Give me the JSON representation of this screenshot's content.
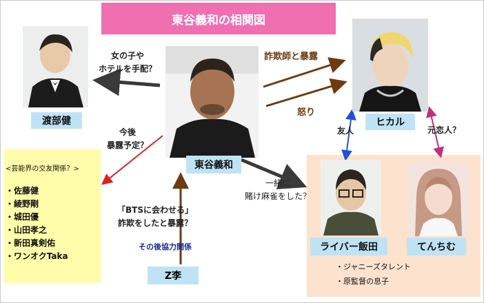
{
  "title": "東谷義和の相関図",
  "people": {
    "center": {
      "name": "東谷義和"
    },
    "watabe": {
      "name": "渡部健"
    },
    "hikaru": {
      "name": "ヒカル"
    },
    "iida": {
      "name": "ライバー飯田"
    },
    "tenchimu": {
      "name": "てんちむ"
    },
    "zlee": {
      "name": "Z李"
    }
  },
  "relations": {
    "to_watabe": "女の子や\nホテルを手配？",
    "to_hikaru": "詐欺師と暴露",
    "from_hikaru": "怒り",
    "to_list": "今後\n暴露予定？",
    "to_iida": "一緒に\n賭け麻雀をした？",
    "zlee_claim": "「BTSに会わせる」\n詐欺をしたと暴露？",
    "zlee_after": "その後協力関係",
    "hikaru_iida": "友人",
    "hikaru_tenchimu": "元恋人？"
  },
  "celebrity_list": {
    "heading": "<芸能界の交友関係？>",
    "items": [
      "・佐藤健",
      "・綾野剛",
      "・城田優",
      "・山田孝之",
      "・新田真剣佑",
      "・ワンオクTaka"
    ]
  },
  "iida_notes": [
    "・ジャニーズタレント",
    "・原監督の息子"
  ],
  "colors": {
    "title_bg": "#f06fb0",
    "label_bg": "#bfe3f5",
    "arrow_dark": "#3a3a3a",
    "arrow_brown": "#6e3a10",
    "arrow_red": "#e02020",
    "arrow_blue": "#2050e0",
    "arrow_pink": "#c0307a"
  }
}
